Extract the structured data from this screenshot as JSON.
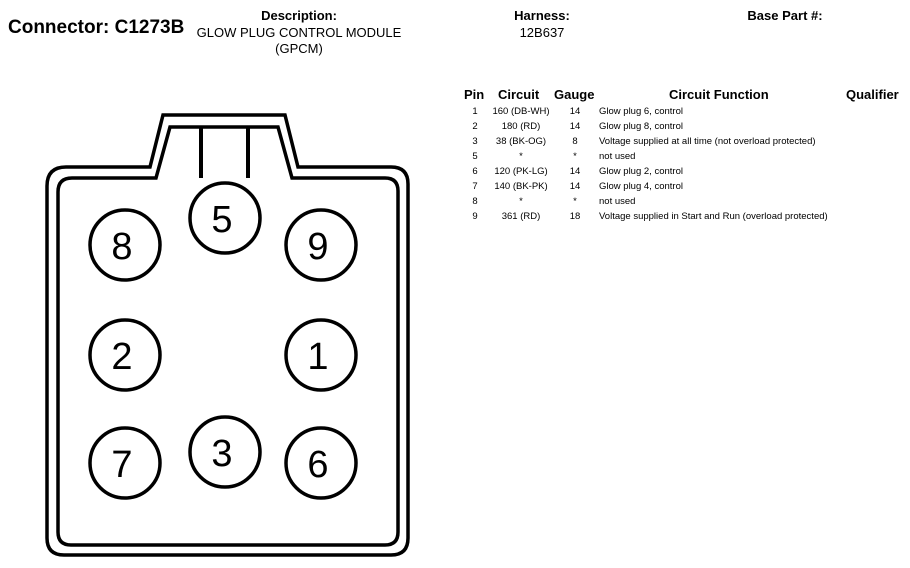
{
  "connector": {
    "title": "Connector: C1273B"
  },
  "description": {
    "heading": "Description:",
    "line1": "GLOW PLUG CONTROL MODULE",
    "line2": "(GPCM)"
  },
  "harness": {
    "heading": "Harness:",
    "value": "12B637"
  },
  "base_part": {
    "heading": "Base Part #:"
  },
  "table": {
    "headers": {
      "pin": "Pin",
      "circuit": "Circuit",
      "gauge": "Gauge",
      "function": "Circuit Function",
      "qualifier": "Qualifier"
    },
    "rows": [
      {
        "pin": "1",
        "circuit": "160 (DB-WH)",
        "gauge": "14",
        "function": "Glow plug 6, control"
      },
      {
        "pin": "2",
        "circuit": "180 (RD)",
        "gauge": "14",
        "function": "Glow plug 8, control"
      },
      {
        "pin": "3",
        "circuit": "38 (BK-OG)",
        "gauge": "8",
        "function": "Voltage supplied at all time (not overload protected)"
      },
      {
        "pin": "5",
        "circuit": "*",
        "gauge": "*",
        "function": "not used"
      },
      {
        "pin": "6",
        "circuit": "120 (PK-LG)",
        "gauge": "14",
        "function": "Glow plug 2, control"
      },
      {
        "pin": "7",
        "circuit": "140 (BK-PK)",
        "gauge": "14",
        "function": "Glow plug 4, control"
      },
      {
        "pin": "8",
        "circuit": "*",
        "gauge": "*",
        "function": "not used"
      },
      {
        "pin": "9",
        "circuit": "361 (RD)",
        "gauge": "18",
        "function": "Voltage supplied in Start and Run (overload protected)"
      }
    ]
  },
  "diagram": {
    "pins": [
      "5",
      "8",
      "9",
      "2",
      "1",
      "3",
      "7",
      "6"
    ]
  }
}
